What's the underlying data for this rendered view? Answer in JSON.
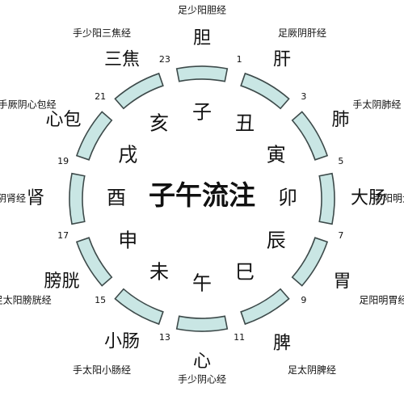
{
  "center_title": "子午流注",
  "colors": {
    "segment_fill": "#c9e6e4",
    "segment_stroke": "#3d4a4a",
    "text": "#111111"
  },
  "segments": [
    {
      "branch": "子",
      "organ": "胆",
      "meridian": "足少阳胆经",
      "start_hour": "23",
      "end_hour": "1"
    },
    {
      "branch": "丑",
      "organ": "肝",
      "meridian": "足厥阴肝经",
      "start_hour": "1",
      "end_hour": "3"
    },
    {
      "branch": "寅",
      "organ": "肺",
      "meridian": "手太阴肺经",
      "start_hour": "3",
      "end_hour": "5"
    },
    {
      "branch": "卯",
      "organ": "大肠",
      "meridian": "手阳明大肠经",
      "start_hour": "5",
      "end_hour": "7"
    },
    {
      "branch": "辰",
      "organ": "胃",
      "meridian": "足阳明胃经",
      "start_hour": "7",
      "end_hour": "9"
    },
    {
      "branch": "巳",
      "organ": "脾",
      "meridian": "足太阴脾经",
      "start_hour": "9",
      "end_hour": "11"
    },
    {
      "branch": "午",
      "organ": "心",
      "meridian": "手少阴心经",
      "start_hour": "11",
      "end_hour": "13"
    },
    {
      "branch": "未",
      "organ": "小肠",
      "meridian": "手太阳小肠经",
      "start_hour": "13",
      "end_hour": "15"
    },
    {
      "branch": "申",
      "organ": "膀胱",
      "meridian": "足太阳膀胱经",
      "start_hour": "15",
      "end_hour": "17"
    },
    {
      "branch": "酉",
      "organ": "肾",
      "meridian": "足少阴肾经",
      "start_hour": "17",
      "end_hour": "19"
    },
    {
      "branch": "戌",
      "organ": "心包",
      "meridian": "手厥阴心包经",
      "start_hour": "19",
      "end_hour": "21"
    },
    {
      "branch": "亥",
      "organ": "三焦",
      "meridian": "手少阳三焦经",
      "start_hour": "21",
      "end_hour": "23"
    }
  ]
}
